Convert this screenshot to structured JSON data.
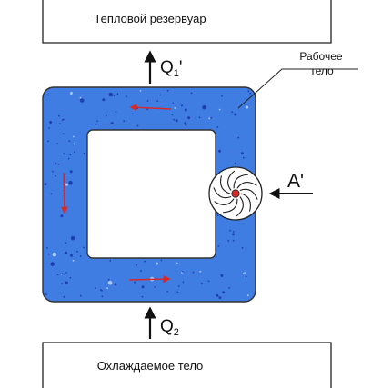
{
  "diagram": {
    "top_reservoir": {
      "label": "Тепловой резервуар"
    },
    "bottom_body": {
      "label": "Охлаждаемое тело"
    },
    "working_body": {
      "label_line1": "Рабочее",
      "label_line2": "тело"
    },
    "heat_out": {
      "symbol": "Q",
      "subscript": "1",
      "suffix": "'"
    },
    "heat_in": {
      "symbol": "Q",
      "subscript": "2"
    },
    "work_in": {
      "label": "A'"
    },
    "colors": {
      "fluid": "#3f7de3",
      "fluid_border": "#333333",
      "flow_arrow": "#d62a2a",
      "fan_center": "#d62a2a",
      "dots": "#1d3fb0"
    },
    "icons": [
      "fan-pump-icon",
      "up-arrow-icon",
      "left-arrow-icon",
      "flow-arrow-icon"
    ]
  }
}
